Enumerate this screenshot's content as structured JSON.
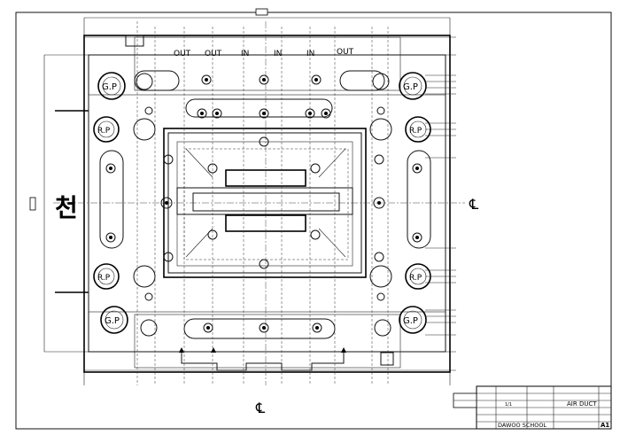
{
  "ports": {
    "out1": "OUT",
    "out2": "OUT",
    "in1": "IN",
    "in2": "IN",
    "in3": "IN",
    "out3": "OUT"
  },
  "marks": {
    "top_side_korean": "천",
    "centerline_right": "℄",
    "centerline_bottom": "℄"
  },
  "pins": {
    "gp_top_left": "G.P",
    "gp_top_right": "G.P",
    "gp_bottom_left": "G.P",
    "gp_bottom_right": "G.P",
    "rp_top_left": "R.P",
    "rp_top_right": "R.P",
    "rp_bottom_left": "R.P",
    "rp_bottom_right": "R.P"
  },
  "title_block": {
    "product_name": "AIR DUCT",
    "school": "DAWOO SCHOOL",
    "sheet_size": "A1",
    "scale": "1/1"
  }
}
